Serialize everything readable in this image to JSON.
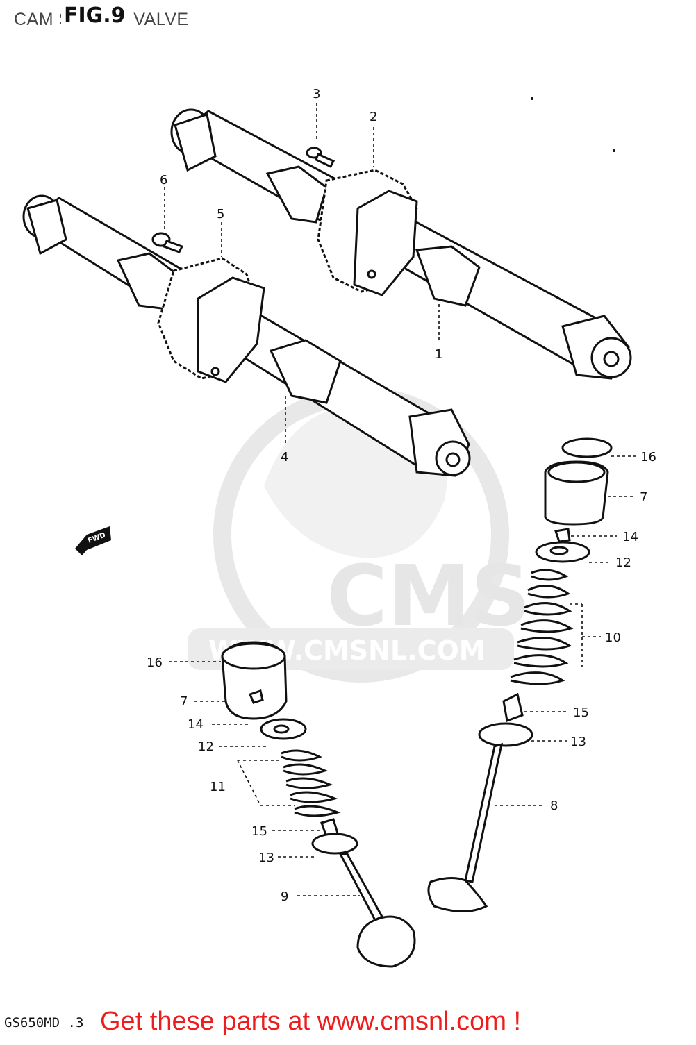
{
  "header": {
    "title": "CAM SHAFT - VALVE",
    "fig_tag": "FIG.9"
  },
  "watermark": {
    "brand": "CMS",
    "url": "WWW.CMSNL.COM"
  },
  "direction_marker": "FWD",
  "callouts": [
    "1",
    "2",
    "3",
    "4",
    "5",
    "6",
    "7",
    "7",
    "8",
    "9",
    "10",
    "11",
    "12",
    "12",
    "13",
    "13",
    "14",
    "14",
    "15",
    "15",
    "16",
    "16"
  ],
  "footer": {
    "model_code": "GS650MD .3",
    "promo": "Get these parts at www.cmsnl.com !"
  },
  "colors": {
    "promo_red": "#ee1c1c",
    "line": "#111111",
    "watermark_gray": "#d8d8d8"
  }
}
